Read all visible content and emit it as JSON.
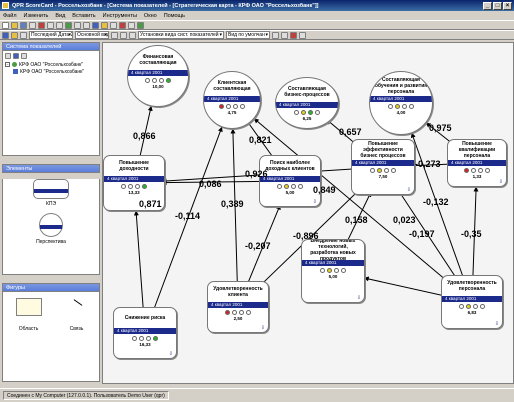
{
  "window": {
    "title": "QPR ScoreCard - Россельхозбанк - [Система показателей - [Стратегическая карта - КРФ ОАО \"Россельхозбанк\"]]"
  },
  "menu": [
    "Файл",
    "Изменить",
    "Вид",
    "Вставить",
    "Инструменты",
    "Окно",
    "Помощь"
  ],
  "toolbar2": {
    "period": "Последний Дата 2...",
    "view": "Основной вид",
    "zoom": "Установки вида сист. показателей",
    "zoomval": "Вид по умолчан"
  },
  "left": {
    "panel1_title": "Система показателей",
    "tree": [
      "КРФ ОАО \"Россельхозбанк\"",
      "КРФ ОАО \"Россельхозбанк\""
    ],
    "panel2_title": "Элементы",
    "elements": [
      "КПЭ",
      "Перспектива"
    ],
    "panel3_title": "Фигуры",
    "shapes": [
      "Область",
      "Связь"
    ]
  },
  "nodes": [
    {
      "id": "fin",
      "title": "Финансовая составляющая",
      "period": "4 квартал 2001",
      "value": "10,00",
      "lights": [
        "#fff",
        "#fff",
        "#fff",
        "#22bb22"
      ]
    },
    {
      "id": "cli",
      "title": "Клиентская составляющая",
      "period": "4 квартал 2001",
      "value": "4,75",
      "lights": [
        "#dd2222",
        "#fff",
        "#fff",
        "#fff"
      ]
    },
    {
      "id": "bp",
      "title": "Составляющая бизнес-процессов",
      "period": "4 квартал 2001",
      "value": "6,25",
      "lights": [
        "#fff",
        "#e8d020",
        "#22bb22",
        "#fff"
      ]
    },
    {
      "id": "edu",
      "title": "Составляющая обучения и развития персонала",
      "period": "4 квартал 2001",
      "value": "4,00",
      "lights": [
        "#fff",
        "#e8d020",
        "#fff",
        "#fff"
      ]
    },
    {
      "id": "inc",
      "title": "Повышение доходности",
      "period": "4 квартал 2001",
      "value": "13,33",
      "lights": [
        "#fff",
        "#fff",
        "#fff",
        "#22bb22"
      ]
    },
    {
      "id": "pol",
      "title": "Поиск наиболее доходных клиентов",
      "period": "4 квартал 2001",
      "value": "5,00",
      "lights": [
        "#fff",
        "#e8d020",
        "#fff",
        "#fff"
      ]
    },
    {
      "id": "eff",
      "title": "Повышение эффективности бизнес процессов",
      "period": "4 квартал 2001",
      "value": "7,50",
      "lights": [
        "#fff",
        "#e8d020",
        "#fff",
        "#fff"
      ]
    },
    {
      "id": "qual",
      "title": "Повышение квалификации персонала",
      "period": "4 квартал 2001",
      "value": "1,33",
      "lights": [
        "#dd2222",
        "#fff",
        "#fff",
        "#fff"
      ]
    },
    {
      "id": "tech",
      "title": "Внедрение новых технологий, разработка новых продуктов",
      "period": "4 квартал 2001",
      "value": "5,00",
      "lights": [
        "#fff",
        "#e8d020",
        "#fff",
        "#fff"
      ]
    },
    {
      "id": "sat",
      "title": "Удовлетворенность клиента",
      "period": "4 квартал 2001",
      "value": "2,50",
      "lights": [
        "#dd2222",
        "#fff",
        "#fff",
        "#fff"
      ]
    },
    {
      "id": "risk",
      "title": "Снижение риска",
      "period": "4 квартал 2001",
      "value": "16,33",
      "lights": [
        "#fff",
        "#fff",
        "#fff",
        "#22bb22"
      ]
    },
    {
      "id": "psat",
      "title": "Удовлетворенность персонала",
      "period": "4 квартал 2001",
      "value": "6,83",
      "lights": [
        "#fff",
        "#e8d020",
        "#fff",
        "#fff"
      ]
    }
  ],
  "edge_labels": [
    "0,866",
    "0,821",
    "0,657",
    "0,975",
    "0,086",
    "0,926",
    "0,871",
    "0,849",
    "-0,273",
    "-0,114",
    "0,389",
    "-0,207",
    "-0,896",
    "0,158",
    "0,023",
    "-0,197",
    "-0,132",
    "-0,35"
  ],
  "status": {
    "text": "Соединен с My Computer (127.0.0.1). Пользователь Demo User (qpr)"
  }
}
